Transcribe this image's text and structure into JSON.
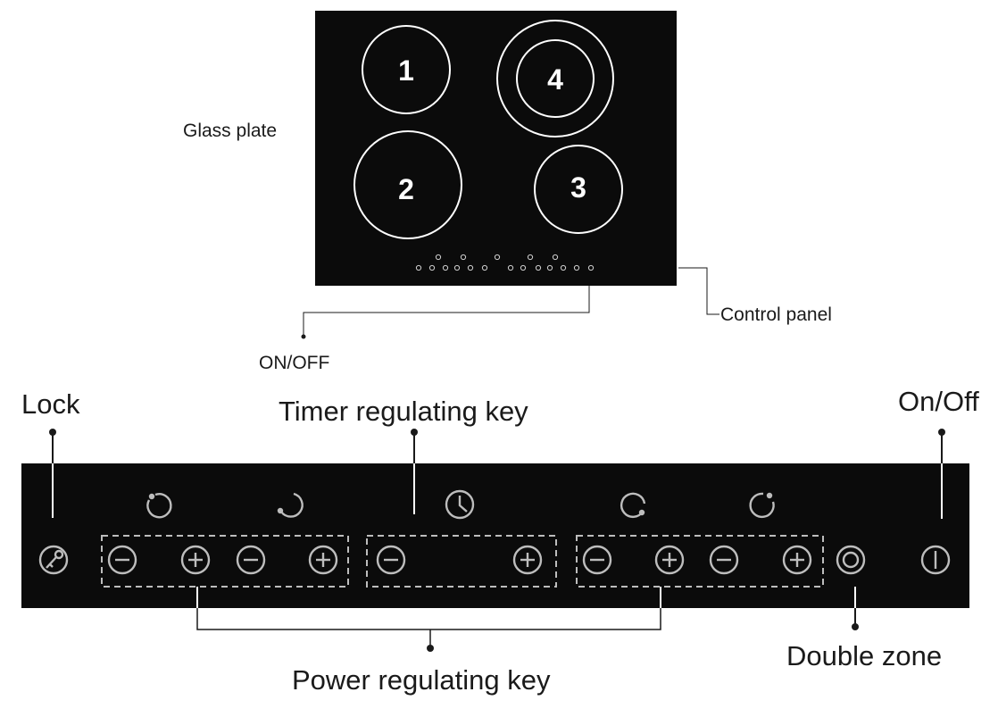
{
  "labels": {
    "glass_plate": "Glass plate",
    "control_panel": "Control panel",
    "on_off_small": "ON/OFF",
    "lock": "Lock",
    "timer_key": "Timer regulating key",
    "on_off": "On/Off",
    "power_key": "Power regulating key",
    "double_zone": "Double zone"
  },
  "zones": [
    "1",
    "2",
    "3",
    "4"
  ],
  "colors": {
    "panel": "#0b0b0b",
    "glyph": "#bdbdbd",
    "line": "#1a1a1a",
    "outline_white": "#ffffff"
  },
  "icons": {
    "lock": "lock-key-icon",
    "minus": "minus-circle-icon",
    "plus": "plus-circle-icon",
    "timer": "clock-icon",
    "zone_indicator": "zone-indicator-icon",
    "double_zone": "double-zone-icon",
    "power": "power-icon"
  }
}
